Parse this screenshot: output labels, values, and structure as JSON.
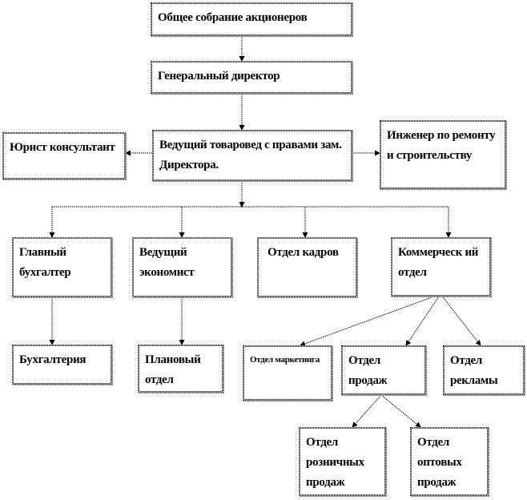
{
  "nodes": {
    "shareholders": "Общее собрание акционеров",
    "general_director": "Генеральный директор",
    "lead_merchandiser": "Ведущий товаровед с правами зам. Директора.",
    "lawyer": "Юрист консультант",
    "engineer": "Инженер по ремонту и строительству",
    "chief_accountant": "Главный бухгалтер",
    "lead_economist": "Ведущий экономист",
    "hr_department": "Отдел кадров",
    "commercial_department": "Коммерческ ий отдел",
    "accounting": "Бухгалтерия",
    "planning_department": "Плановый отдел",
    "marketing_department": "Отдел маркетинга",
    "sales_department": "Отдел продаж",
    "advertising_department": "Отдел рекламы",
    "retail_sales": "Отдел розничных продаж",
    "wholesale_sales": "Отдел оптовых продаж"
  }
}
